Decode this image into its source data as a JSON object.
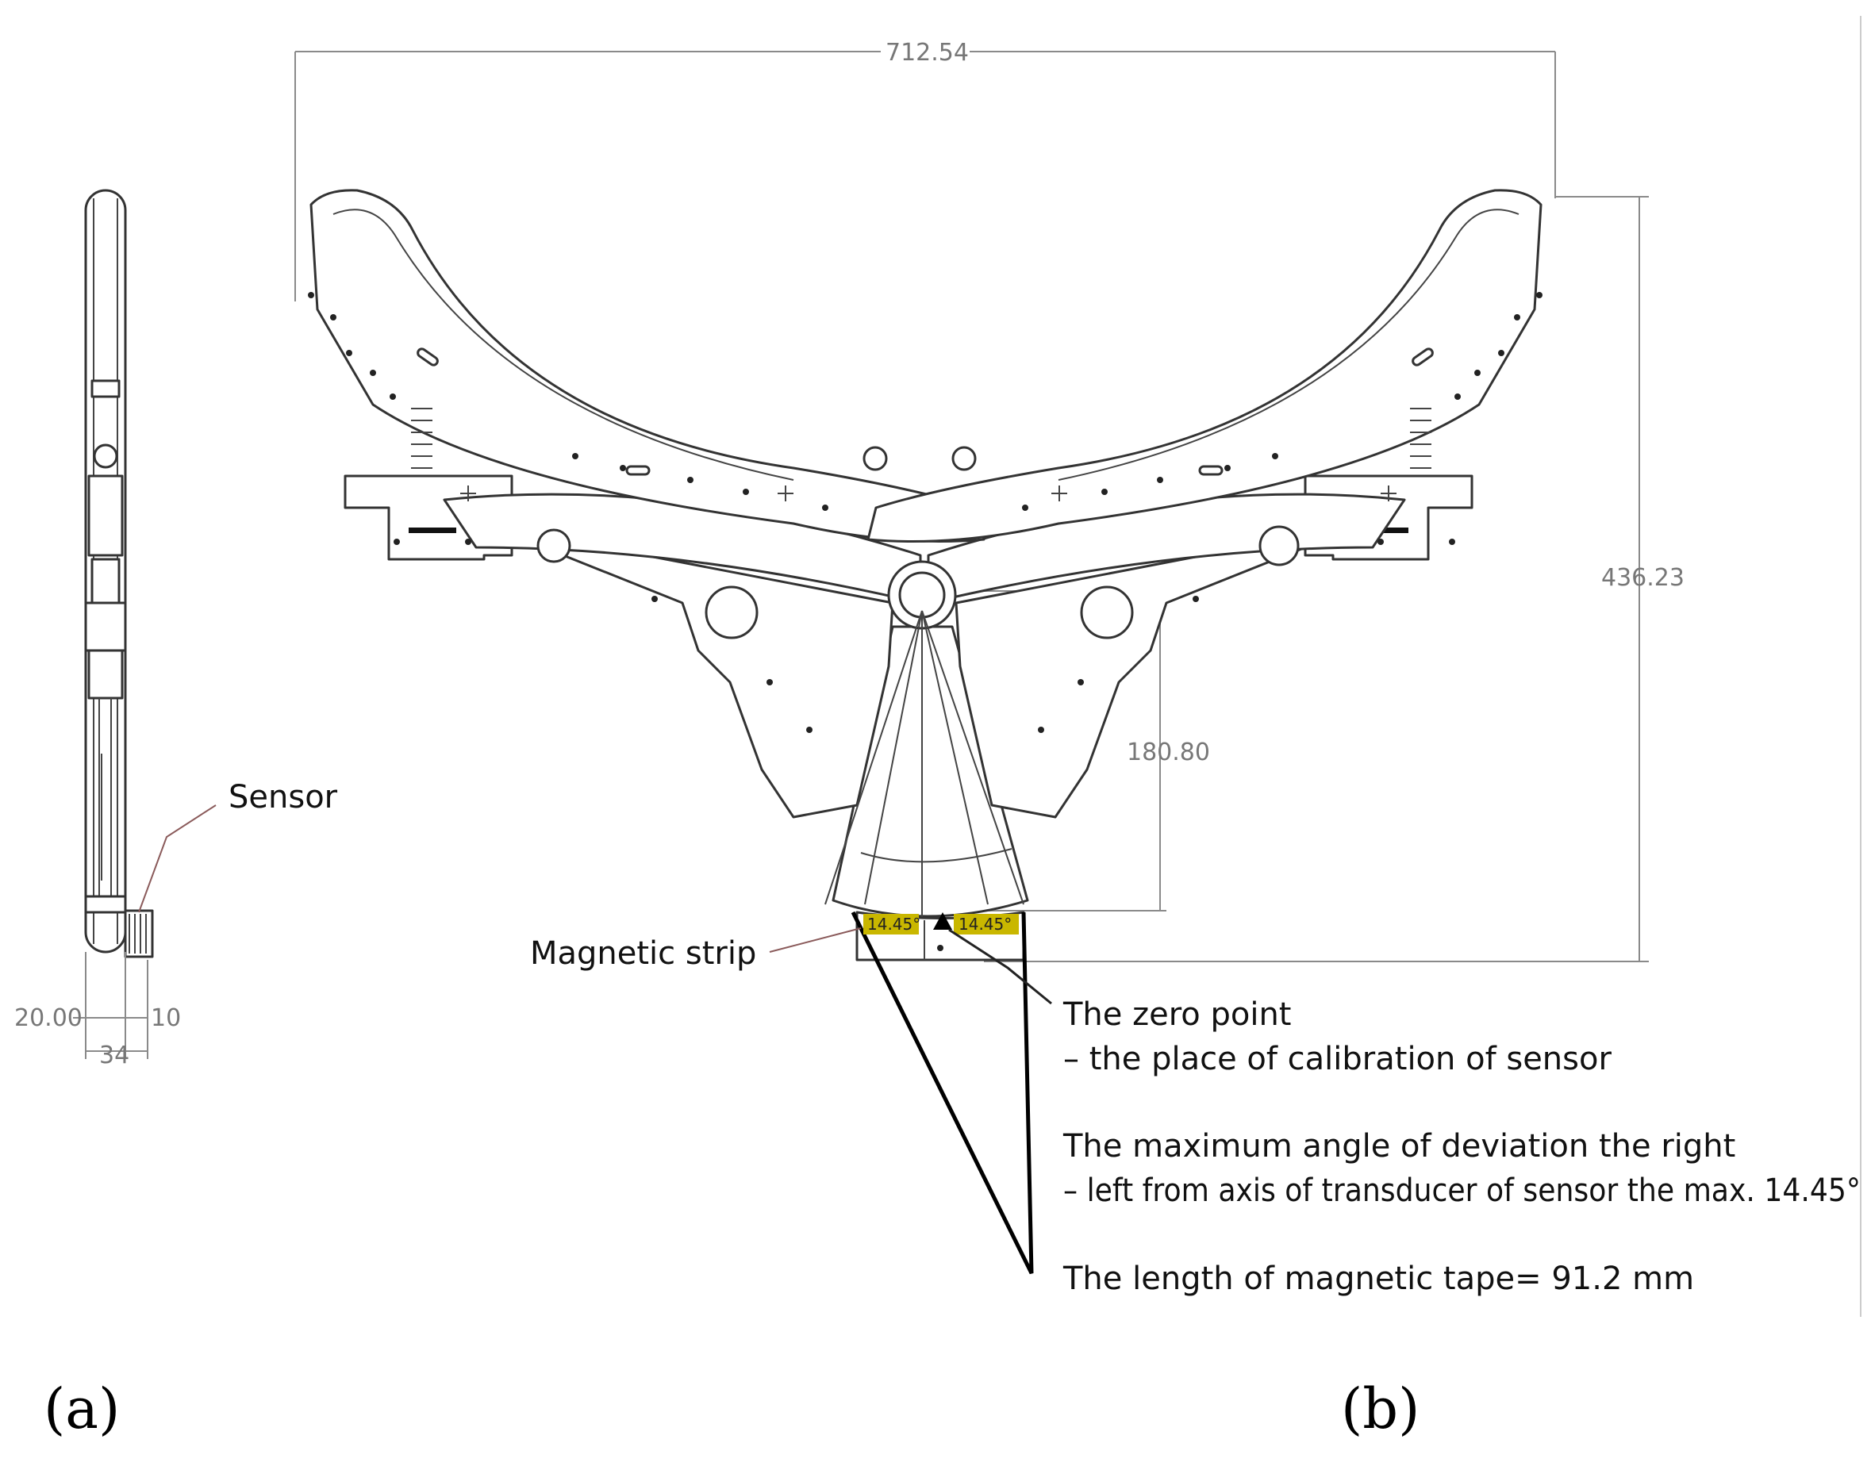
{
  "dimensions": {
    "overall_width": "712.54",
    "overall_height": "436.23",
    "pivot_to_strip": "180.80",
    "side_height": "20.00",
    "side_small": "10",
    "side_width": "34"
  },
  "strip_tags": {
    "left": "14.45°",
    "right": "14.45°"
  },
  "labels": {
    "sensor": "Sensor",
    "magnetic_strip": "Magnetic strip",
    "zero_point_line1": "The zero point",
    "zero_point_line2": "– the place of calibration of sensor",
    "max_angle_line1": "The maximum angle of deviation the right",
    "max_angle_line2": "– left from axis of transducer of sensor the max. 14.45°",
    "tape_length": "The  length of magnetic tape= 91.2 mm"
  },
  "panels": {
    "a": "(a)",
    "b": "(b)"
  },
  "colors": {
    "tag_fill": "#c9b700",
    "line": "#333333",
    "dimension": "#777777",
    "callout": "#8a5a5a"
  }
}
